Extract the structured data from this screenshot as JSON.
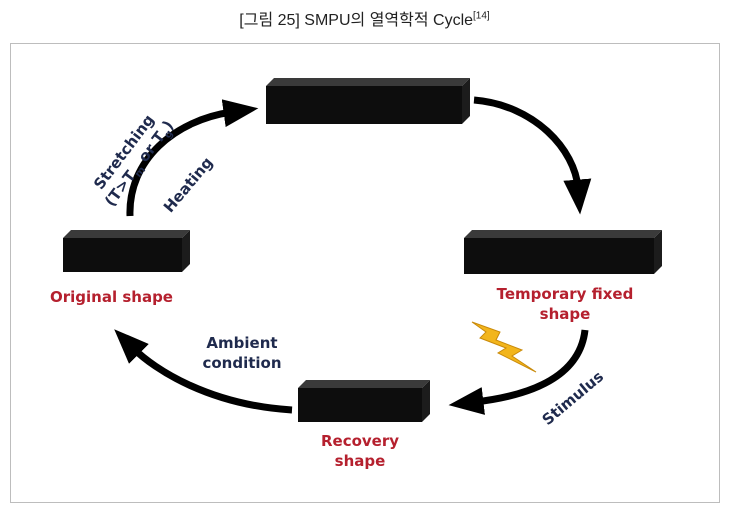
{
  "caption": {
    "text": "[그림 25] SMPU의 열역학적 Cycle",
    "ref": "[14]"
  },
  "labels": {
    "original_shape": "Original shape",
    "temporary_fixed_line1": "Temporary fixed",
    "temporary_fixed_line2": "shape",
    "recovery_line1": "Recovery",
    "recovery_line2": "shape",
    "ambient_line1": "Ambient",
    "ambient_line2": "condition",
    "stimulus": "Stimulus",
    "heating": "Heating",
    "stretching_line1": "Stretching",
    "stretching_line2_pre": "(T>T",
    "stretching_sub_m": "m",
    "stretching_mid": " or T",
    "stretching_sub_g": "g",
    "stretching_post": ")"
  },
  "colors": {
    "state_label": "#b5202e",
    "process_label": "#1f2a4d",
    "block": "#0d0d0d",
    "bolt": "#f2b51c"
  }
}
